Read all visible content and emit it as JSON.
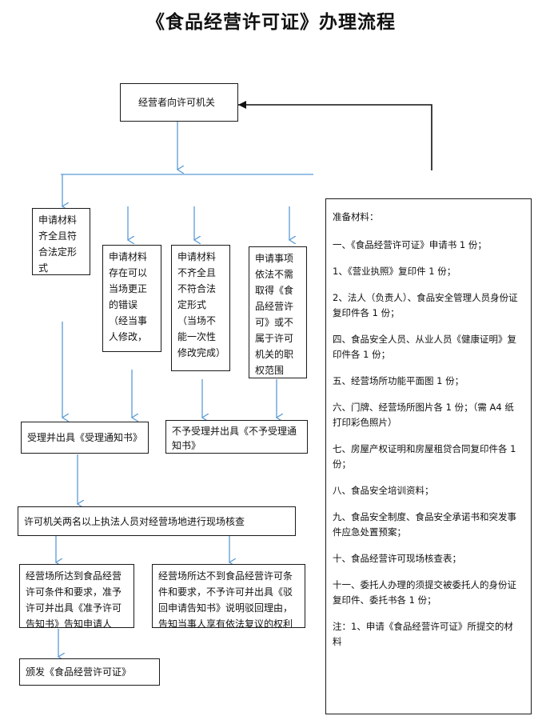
{
  "title": "《食品经营许可证》办理流程",
  "nodes": {
    "apply": "经营者向许可机关",
    "complete": "申请材料齐全且符合法定形式",
    "correctable": "申请材料存在可以当场更正的错误（经当事人修改，",
    "incomplete": "申请材料不齐全且不符合法定形式（当场不能一次性修改完成）",
    "not_required": "申请事项依法不需取得《食品经营许可》或不属于许可机关的职权范围",
    "accept": "受理并出具《受理通知书》",
    "reject": "不予受理并出具《不予受理通知书》",
    "inspect": "许可机关两名以上执法人员对经营场地进行现场核查",
    "approve": "经营场所达到食品经营许可条件和要求，准予许可并出具《准予许可告知书》告知申请人",
    "deny": "经营场所达不到食品经营许可条件和要求，不予许可并出具《驳回申请告知书》说明驳回理由，告知当事人享有依法复议的权利",
    "issue": "颁发《食品经营许可证》"
  },
  "materials": {
    "heading": "准备材料：",
    "items": [
      "一、《食品经营许可证》申请书 1 份；",
      "1、《营业执照》复印件 1 份；",
      "2、法人（负责人）、食品安全管理人员身份证复印件各 1 份；",
      "四、食品安全人员、从业人员《健康证明》复印件各 1 份；",
      "五、经营场所功能平面图 1 份；",
      "六、门牌、经营场所图片各 1 份；（需 A4 纸打印彩色照片）",
      "七、房屋产权证明和房屋租贷合同复印件各 1 份；",
      "八、食品安全培训资料；",
      "九、食品安全制度、食品安全承诺书和突发事件应急处置预案；",
      "十、食品经营许可现场核查表；",
      "十一、委托人办理的须提交被委托人的身份证复印件、委托书各 1 份；"
    ],
    "note": "注：1、申请《食品经营许可证》所提交的材料"
  },
  "colors": {
    "arrow": "#5b9bd5",
    "border": "#1a1a1a",
    "feedback_arrow": "#111111"
  }
}
